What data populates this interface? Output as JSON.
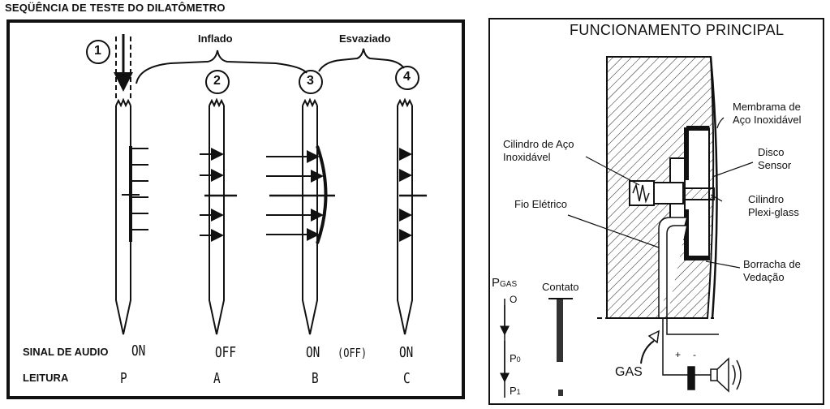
{
  "left": {
    "title": "SEQÜÊNCIA DE TESTE DO DILATÔMETRO",
    "steps": [
      "1",
      "2",
      "3",
      "4"
    ],
    "inflado": "Inflado",
    "esvaziado": "Esvaziado",
    "sinal_label": "SINAL DE AUDIO",
    "leitura_label": "LEITURA",
    "sinais": [
      "ON",
      "OFF",
      "ON",
      "(OFF)",
      "ON"
    ],
    "leituras": [
      "P",
      "A",
      "B",
      "C"
    ]
  },
  "right": {
    "title": "FUNCIONAMENTO PRINCIPAL",
    "membrana": [
      "Membrama de",
      "Aço Inoxidável"
    ],
    "disco": [
      "Disco",
      "Sensor"
    ],
    "cil_aco": [
      "Cilindro de Aço",
      "Inoxidável"
    ],
    "cil_plexi": [
      "Cilindro",
      "Plexi-glass"
    ],
    "fio": "Fio Elétrico",
    "borracha": [
      "Borracha de",
      "Vedação"
    ],
    "pgas": "P",
    "pgas_sub": "GAS",
    "contato": "Contato",
    "o_label": "O",
    "p0": "P",
    "p0_sub": "0",
    "p1": "P",
    "p1_sub": "1",
    "gas": "GAS",
    "plus": "+",
    "minus": "-"
  }
}
